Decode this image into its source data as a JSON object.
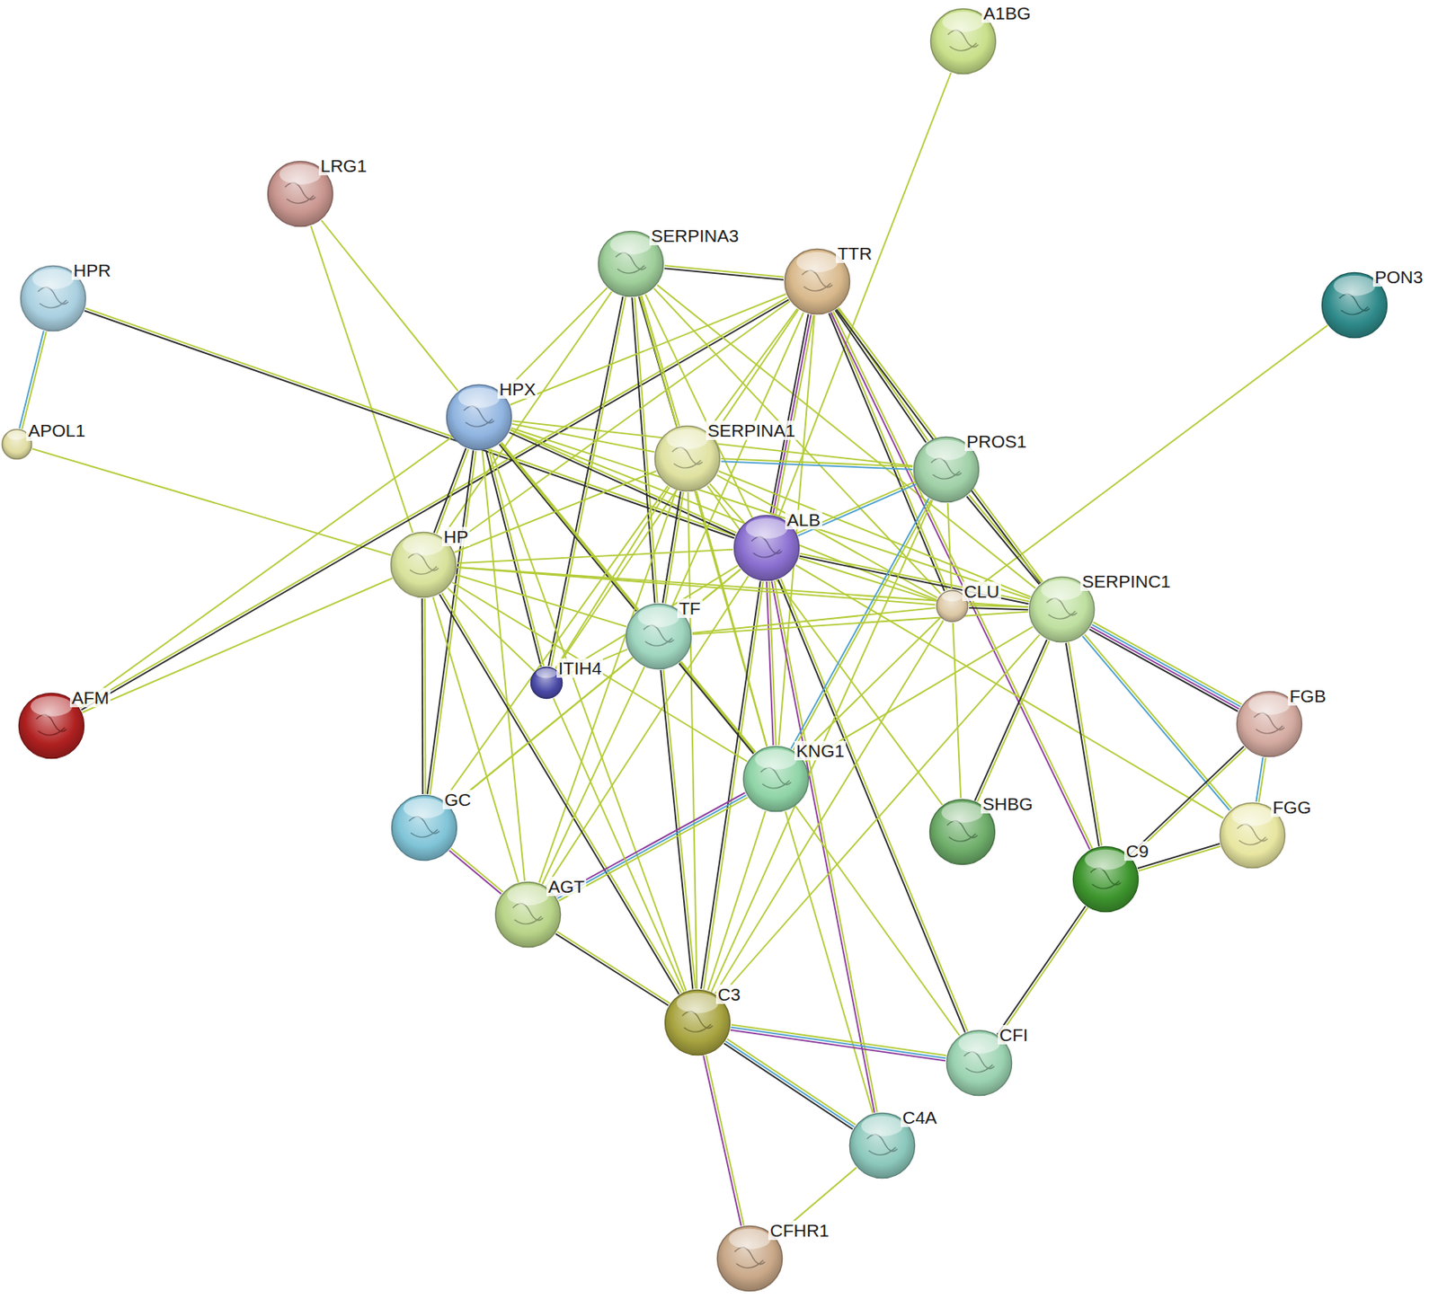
{
  "diagram": {
    "nodes": [
      {
        "text": [
          "A1BG"
        ]
      },
      {
        "text": [
          "LRG1"
        ]
      },
      {
        "text": [
          "HPR"
        ]
      },
      {
        "text": [
          "SERPINA3"
        ]
      },
      {
        "text": [
          "TTR"
        ]
      },
      {
        "text": [
          "PON3"
        ]
      },
      {
        "text": [
          "HPX"
        ]
      },
      {
        "text": [
          "APOL1"
        ]
      },
      {
        "text": [
          "SERPINA1"
        ]
      },
      {
        "text": [
          "PROS1"
        ]
      },
      {
        "text": [
          "ALB"
        ]
      },
      {
        "text": [
          "HP"
        ]
      },
      {
        "text": [
          "CLU"
        ]
      },
      {
        "text": [
          "SERPINC1"
        ]
      },
      {
        "text": [
          "TF"
        ]
      },
      {
        "text": [
          "ITIH4"
        ]
      },
      {
        "text": [
          "AFM"
        ]
      },
      {
        "text": [
          "FGB"
        ]
      },
      {
        "text": [
          "KNG1"
        ]
      },
      {
        "text": [
          "SHBG"
        ]
      },
      {
        "text": [
          "FGG"
        ]
      },
      {
        "text": [
          "GC"
        ]
      },
      {
        "text": [
          "C9"
        ]
      },
      {
        "text": [
          "AGT"
        ]
      },
      {
        "text": [
          "C3"
        ]
      },
      {
        "text": [
          "CFI"
        ]
      },
      {
        "text": [
          "C4A"
        ]
      },
      {
        "text": [
          "CFHR1"
        ]
      }
    ],
    "edges": [
      {
        "from": 0,
        "to": 10,
        "arrow": "none"
      },
      {
        "from": 1,
        "to": 6,
        "arrow": "none"
      },
      {
        "from": 1,
        "to": 11,
        "arrow": "none"
      },
      {
        "from": 2,
        "to": 7,
        "arrow": "none"
      },
      {
        "from": 2,
        "to": 10,
        "arrow": "none"
      },
      {
        "from": 7,
        "to": 11,
        "arrow": "none"
      },
      {
        "from": 5,
        "to": 12,
        "arrow": "none"
      },
      {
        "from": 16,
        "to": 6,
        "arrow": "none"
      },
      {
        "from": 16,
        "to": 11,
        "arrow": "none"
      },
      {
        "from": 16,
        "to": 4,
        "arrow": "none"
      },
      {
        "from": 3,
        "to": 4,
        "arrow": "none"
      },
      {
        "from": 3,
        "to": 6,
        "arrow": "none"
      },
      {
        "from": 3,
        "to": 8,
        "arrow": "none"
      },
      {
        "from": 3,
        "to": 10,
        "arrow": "none"
      },
      {
        "from": 3,
        "to": 11,
        "arrow": "none"
      },
      {
        "from": 3,
        "to": 14,
        "arrow": "none"
      },
      {
        "from": 3,
        "to": 15,
        "arrow": "none"
      },
      {
        "from": 3,
        "to": 18,
        "arrow": "none"
      },
      {
        "from": 3,
        "to": 12,
        "arrow": "none"
      },
      {
        "from": 3,
        "to": 13,
        "arrow": "none"
      },
      {
        "from": 4,
        "to": 6,
        "arrow": "none"
      },
      {
        "from": 4,
        "to": 8,
        "arrow": "none"
      },
      {
        "from": 4,
        "to": 10,
        "arrow": "none"
      },
      {
        "from": 4,
        "to": 11,
        "arrow": "none"
      },
      {
        "from": 4,
        "to": 14,
        "arrow": "none"
      },
      {
        "from": 4,
        "to": 9,
        "arrow": "none"
      },
      {
        "from": 4,
        "to": 12,
        "arrow": "none"
      },
      {
        "from": 4,
        "to": 22,
        "arrow": "none"
      },
      {
        "from": 4,
        "to": 18,
        "arrow": "none"
      },
      {
        "from": 4,
        "to": 13,
        "arrow": "none"
      },
      {
        "from": 4,
        "to": 15,
        "arrow": "none"
      },
      {
        "from": 6,
        "to": 8,
        "arrow": "none"
      },
      {
        "from": 6,
        "to": 10,
        "arrow": "none"
      },
      {
        "from": 6,
        "to": 11,
        "arrow": "none"
      },
      {
        "from": 6,
        "to": 14,
        "arrow": "none"
      },
      {
        "from": 6,
        "to": 15,
        "arrow": "none"
      },
      {
        "from": 6,
        "to": 21,
        "arrow": "none"
      },
      {
        "from": 6,
        "to": 12,
        "arrow": "none"
      },
      {
        "from": 6,
        "to": 9,
        "arrow": "none"
      },
      {
        "from": 6,
        "to": 13,
        "arrow": "none"
      },
      {
        "from": 6,
        "to": 24,
        "arrow": "none"
      },
      {
        "from": 6,
        "to": 23,
        "arrow": "none"
      },
      {
        "from": 6,
        "to": 18,
        "arrow": "none"
      },
      {
        "from": 8,
        "to": 10,
        "arrow": "none"
      },
      {
        "from": 8,
        "to": 11,
        "arrow": "none"
      },
      {
        "from": 8,
        "to": 14,
        "arrow": "none"
      },
      {
        "from": 8,
        "to": 15,
        "arrow": "none"
      },
      {
        "from": 8,
        "to": 9,
        "arrow": "none"
      },
      {
        "from": 8,
        "to": 13,
        "arrow": "none"
      },
      {
        "from": 8,
        "to": 12,
        "arrow": "none"
      },
      {
        "from": 8,
        "to": 18,
        "arrow": "none"
      },
      {
        "from": 8,
        "to": 21,
        "arrow": "none"
      },
      {
        "from": 8,
        "to": 24,
        "arrow": "none"
      },
      {
        "from": 8,
        "to": 23,
        "arrow": "none"
      },
      {
        "from": 8,
        "to": 19,
        "arrow": "none"
      },
      {
        "from": 10,
        "to": 11,
        "arrow": "none"
      },
      {
        "from": 10,
        "to": 14,
        "arrow": "none"
      },
      {
        "from": 10,
        "to": 12,
        "arrow": "none"
      },
      {
        "from": 10,
        "to": 13,
        "arrow": "none"
      },
      {
        "from": 10,
        "to": 18,
        "arrow": "none"
      },
      {
        "from": 10,
        "to": 24,
        "arrow": "none"
      },
      {
        "from": 10,
        "to": 15,
        "arrow": "none"
      },
      {
        "from": 10,
        "to": 21,
        "arrow": "none"
      },
      {
        "from": 10,
        "to": 23,
        "arrow": "none"
      },
      {
        "from": 10,
        "to": 25,
        "arrow": "none"
      },
      {
        "from": 10,
        "to": 26,
        "arrow": "none"
      },
      {
        "from": 10,
        "to": 9,
        "arrow": "none"
      },
      {
        "from": 10,
        "to": 20,
        "arrow": "none"
      },
      {
        "from": 11,
        "to": 14,
        "arrow": "none"
      },
      {
        "from": 11,
        "to": 21,
        "arrow": "none"
      },
      {
        "from": 11,
        "to": 23,
        "arrow": "none"
      },
      {
        "from": 11,
        "to": 24,
        "arrow": "none"
      },
      {
        "from": 11,
        "to": 15,
        "arrow": "none"
      },
      {
        "from": 11,
        "to": 12,
        "arrow": "none"
      },
      {
        "from": 11,
        "to": 13,
        "arrow": "none"
      },
      {
        "from": 11,
        "to": 18,
        "arrow": "none"
      },
      {
        "from": 9,
        "to": 13,
        "arrow": "none"
      },
      {
        "from": 9,
        "to": 12,
        "arrow": "none"
      },
      {
        "from": 9,
        "to": 18,
        "arrow": "none"
      },
      {
        "from": 9,
        "to": 24,
        "arrow": "none"
      },
      {
        "from": 12,
        "to": 13,
        "arrow": "none"
      },
      {
        "from": 12,
        "to": 19,
        "arrow": "none"
      },
      {
        "from": 12,
        "to": 14,
        "arrow": "none"
      },
      {
        "from": 12,
        "to": 18,
        "arrow": "none"
      },
      {
        "from": 12,
        "to": 24,
        "arrow": "none"
      },
      {
        "from": 13,
        "to": 17,
        "arrow": "none"
      },
      {
        "from": 13,
        "to": 20,
        "arrow": "none"
      },
      {
        "from": 13,
        "to": 22,
        "arrow": "none"
      },
      {
        "from": 13,
        "to": 19,
        "arrow": "none"
      },
      {
        "from": 13,
        "to": 18,
        "arrow": "none"
      },
      {
        "from": 13,
        "to": 14,
        "arrow": "none"
      },
      {
        "from": 13,
        "to": 24,
        "arrow": "none"
      },
      {
        "from": 17,
        "to": 20,
        "arrow": "none"
      },
      {
        "from": 17,
        "to": 22,
        "arrow": "none"
      },
      {
        "from": 20,
        "to": 22,
        "arrow": "none"
      },
      {
        "from": 14,
        "to": 15,
        "arrow": "none"
      },
      {
        "from": 14,
        "to": 18,
        "arrow": "none"
      },
      {
        "from": 14,
        "to": 24,
        "arrow": "none"
      },
      {
        "from": 14,
        "to": 23,
        "arrow": "none"
      },
      {
        "from": 14,
        "to": 21,
        "arrow": "none"
      },
      {
        "from": 18,
        "to": 23,
        "arrow": "none"
      },
      {
        "from": 18,
        "to": 24,
        "arrow": "none"
      },
      {
        "from": 18,
        "to": 26,
        "arrow": "none"
      },
      {
        "from": 18,
        "to": 25,
        "arrow": "none"
      },
      {
        "from": 21,
        "to": 23,
        "arrow": "none"
      },
      {
        "from": 23,
        "to": 24,
        "arrow": "none"
      },
      {
        "from": 24,
        "to": 25,
        "arrow": "none"
      },
      {
        "from": 24,
        "to": 26,
        "arrow": "none"
      },
      {
        "from": 24,
        "to": 27,
        "arrow": "none"
      },
      {
        "from": 24,
        "to": 15,
        "arrow": "none"
      },
      {
        "from": 22,
        "to": 25,
        "arrow": "none"
      },
      {
        "from": 26,
        "to": 27,
        "arrow": "none"
      }
    ]
  }
}
